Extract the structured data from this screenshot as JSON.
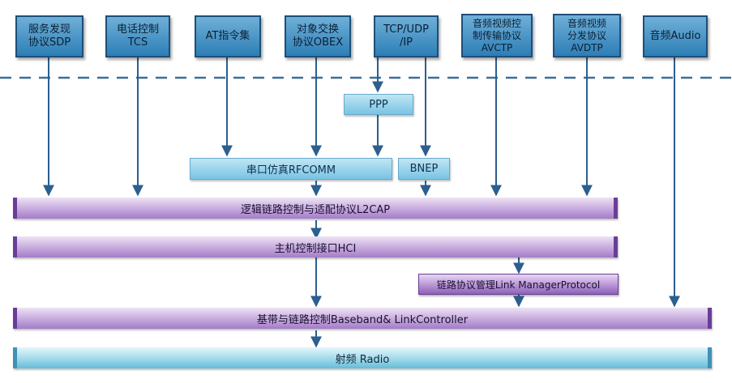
{
  "top_protocols": [
    {
      "id": "sdp",
      "label": "服务发现\n协议SDP"
    },
    {
      "id": "tcs",
      "label": "电话控制\nTCS"
    },
    {
      "id": "at",
      "label": "AT指令集"
    },
    {
      "id": "obex",
      "label": "对象交换\n协议OBEX"
    },
    {
      "id": "tcpip",
      "label": "TCP/UDP\n/IP"
    },
    {
      "id": "avctp",
      "label": "音频视频控\n制传输协议\nAVCTP"
    },
    {
      "id": "avdtp",
      "label": "音频视频\n分发协议\nAVDTP"
    },
    {
      "id": "audio",
      "label": "音频Audio"
    }
  ],
  "middle": {
    "ppp": "PPP",
    "rfcomm": "串口仿真RFCOMM",
    "bnep": "BNEP"
  },
  "layers": {
    "l2cap": "逻辑链路控制与适配协议L2CAP",
    "hci": "主机控制接口HCI",
    "lmp": "链路协议管理Link  ManagerProtocol",
    "baseband": "基带与链路控制Baseband& LinkController",
    "radio": "射频  Radio"
  },
  "colors": {
    "arrow": "#2b5f8f",
    "divider": "#3d6e99"
  }
}
